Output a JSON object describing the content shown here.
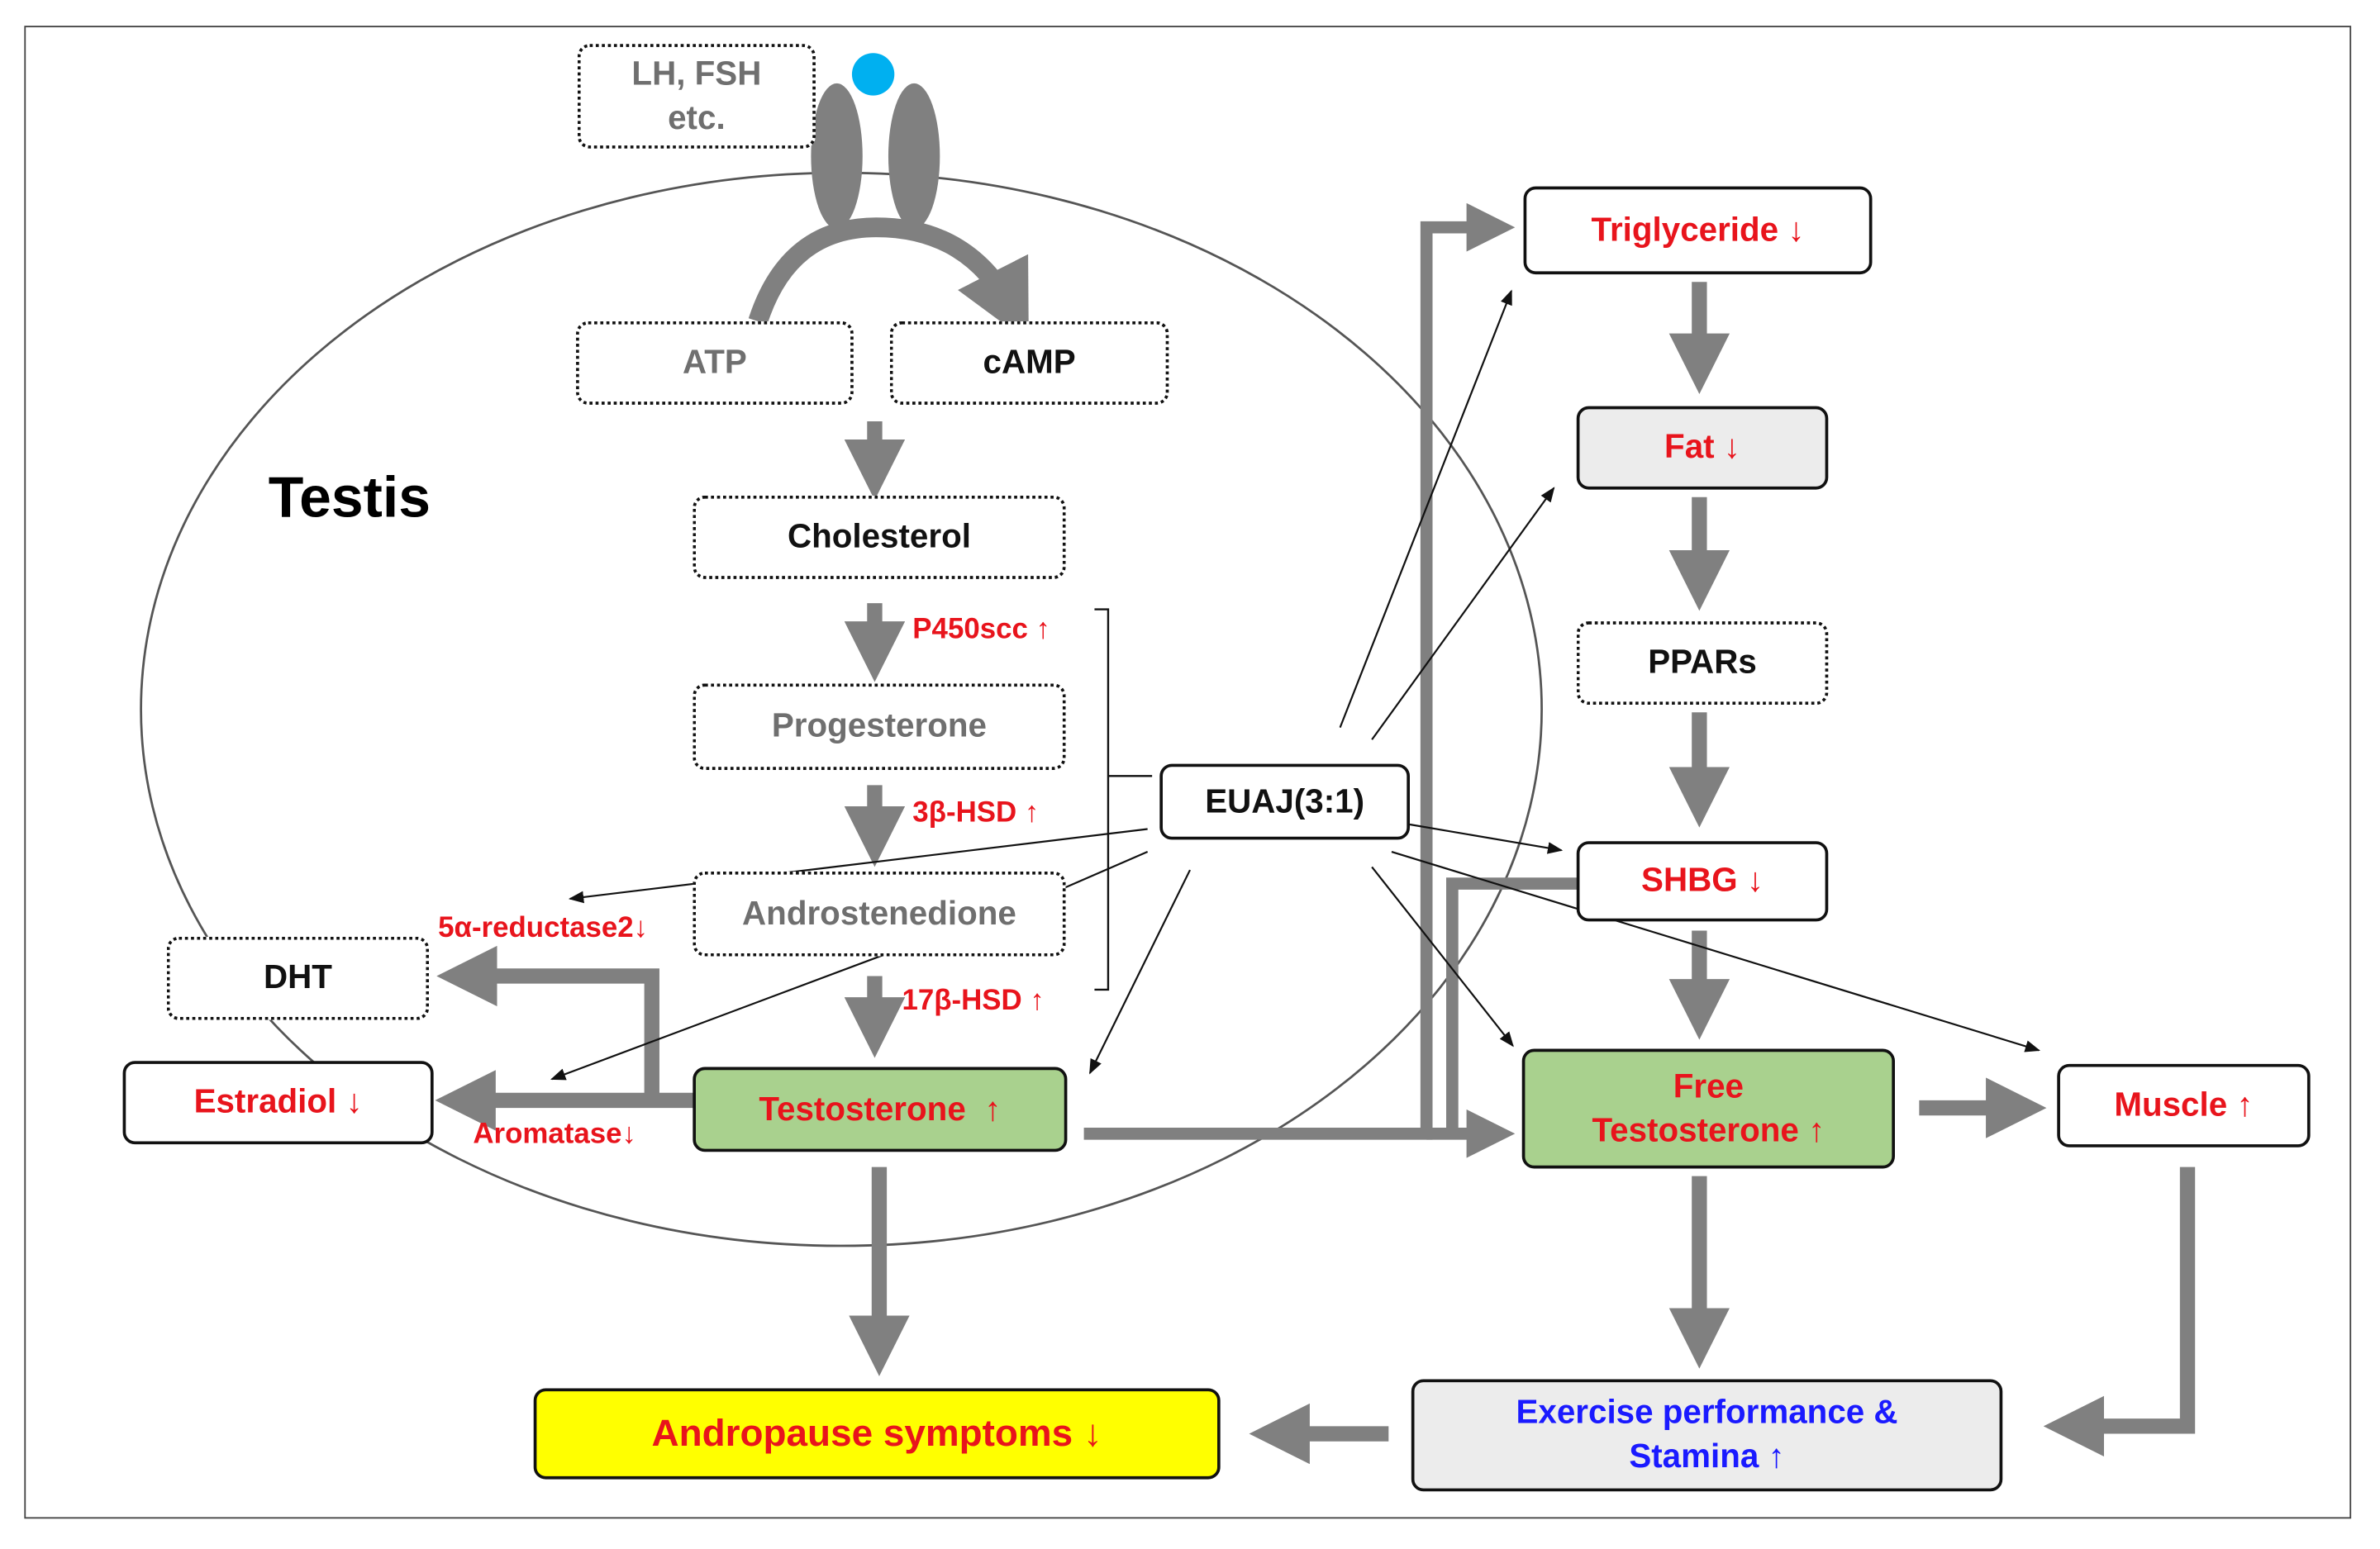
{
  "diagram": {
    "region_label": "Testis",
    "receptor_ligand": "LH, FSH\netc.",
    "nodes": {
      "atp": "ATP",
      "camp": "cAMP",
      "cholesterol": "Cholesterol",
      "progesterone": "Progesterone",
      "androstenedione": "Androstenedione",
      "dht": "DHT",
      "estradiol": "Estradiol ↓",
      "testosterone": "Testosterone  ↑",
      "euaj": "EUAJ(3:1)",
      "triglyceride": "Triglyceride ↓",
      "fat": "Fat ↓",
      "ppars": "PPARs",
      "shbg": "SHBG ↓",
      "free_testosterone": "Free\nTestosterone ↑",
      "muscle": "Muscle ↑",
      "exercise": "Exercise performance &\nStamina ↑",
      "andropause": "Andropause symptoms ↓"
    },
    "enzymes": {
      "p450scc": "P450scc ↑",
      "hsd3b": "3β-HSD ↑",
      "hsd17b": "17β-HSD ↑",
      "reductase": "5α-reductase2↓",
      "aromatase": "Aromatase↓"
    },
    "colors": {
      "increase_decrease_text": "#e8141c",
      "performance_text": "#1a1aff",
      "testosterone_fill": "#a9d18e",
      "andropause_fill": "#ffff00",
      "neutral_fill": "#ececec",
      "arrow_gray": "#808080",
      "receptor_ligand_dot": "#00b0f0"
    }
  }
}
